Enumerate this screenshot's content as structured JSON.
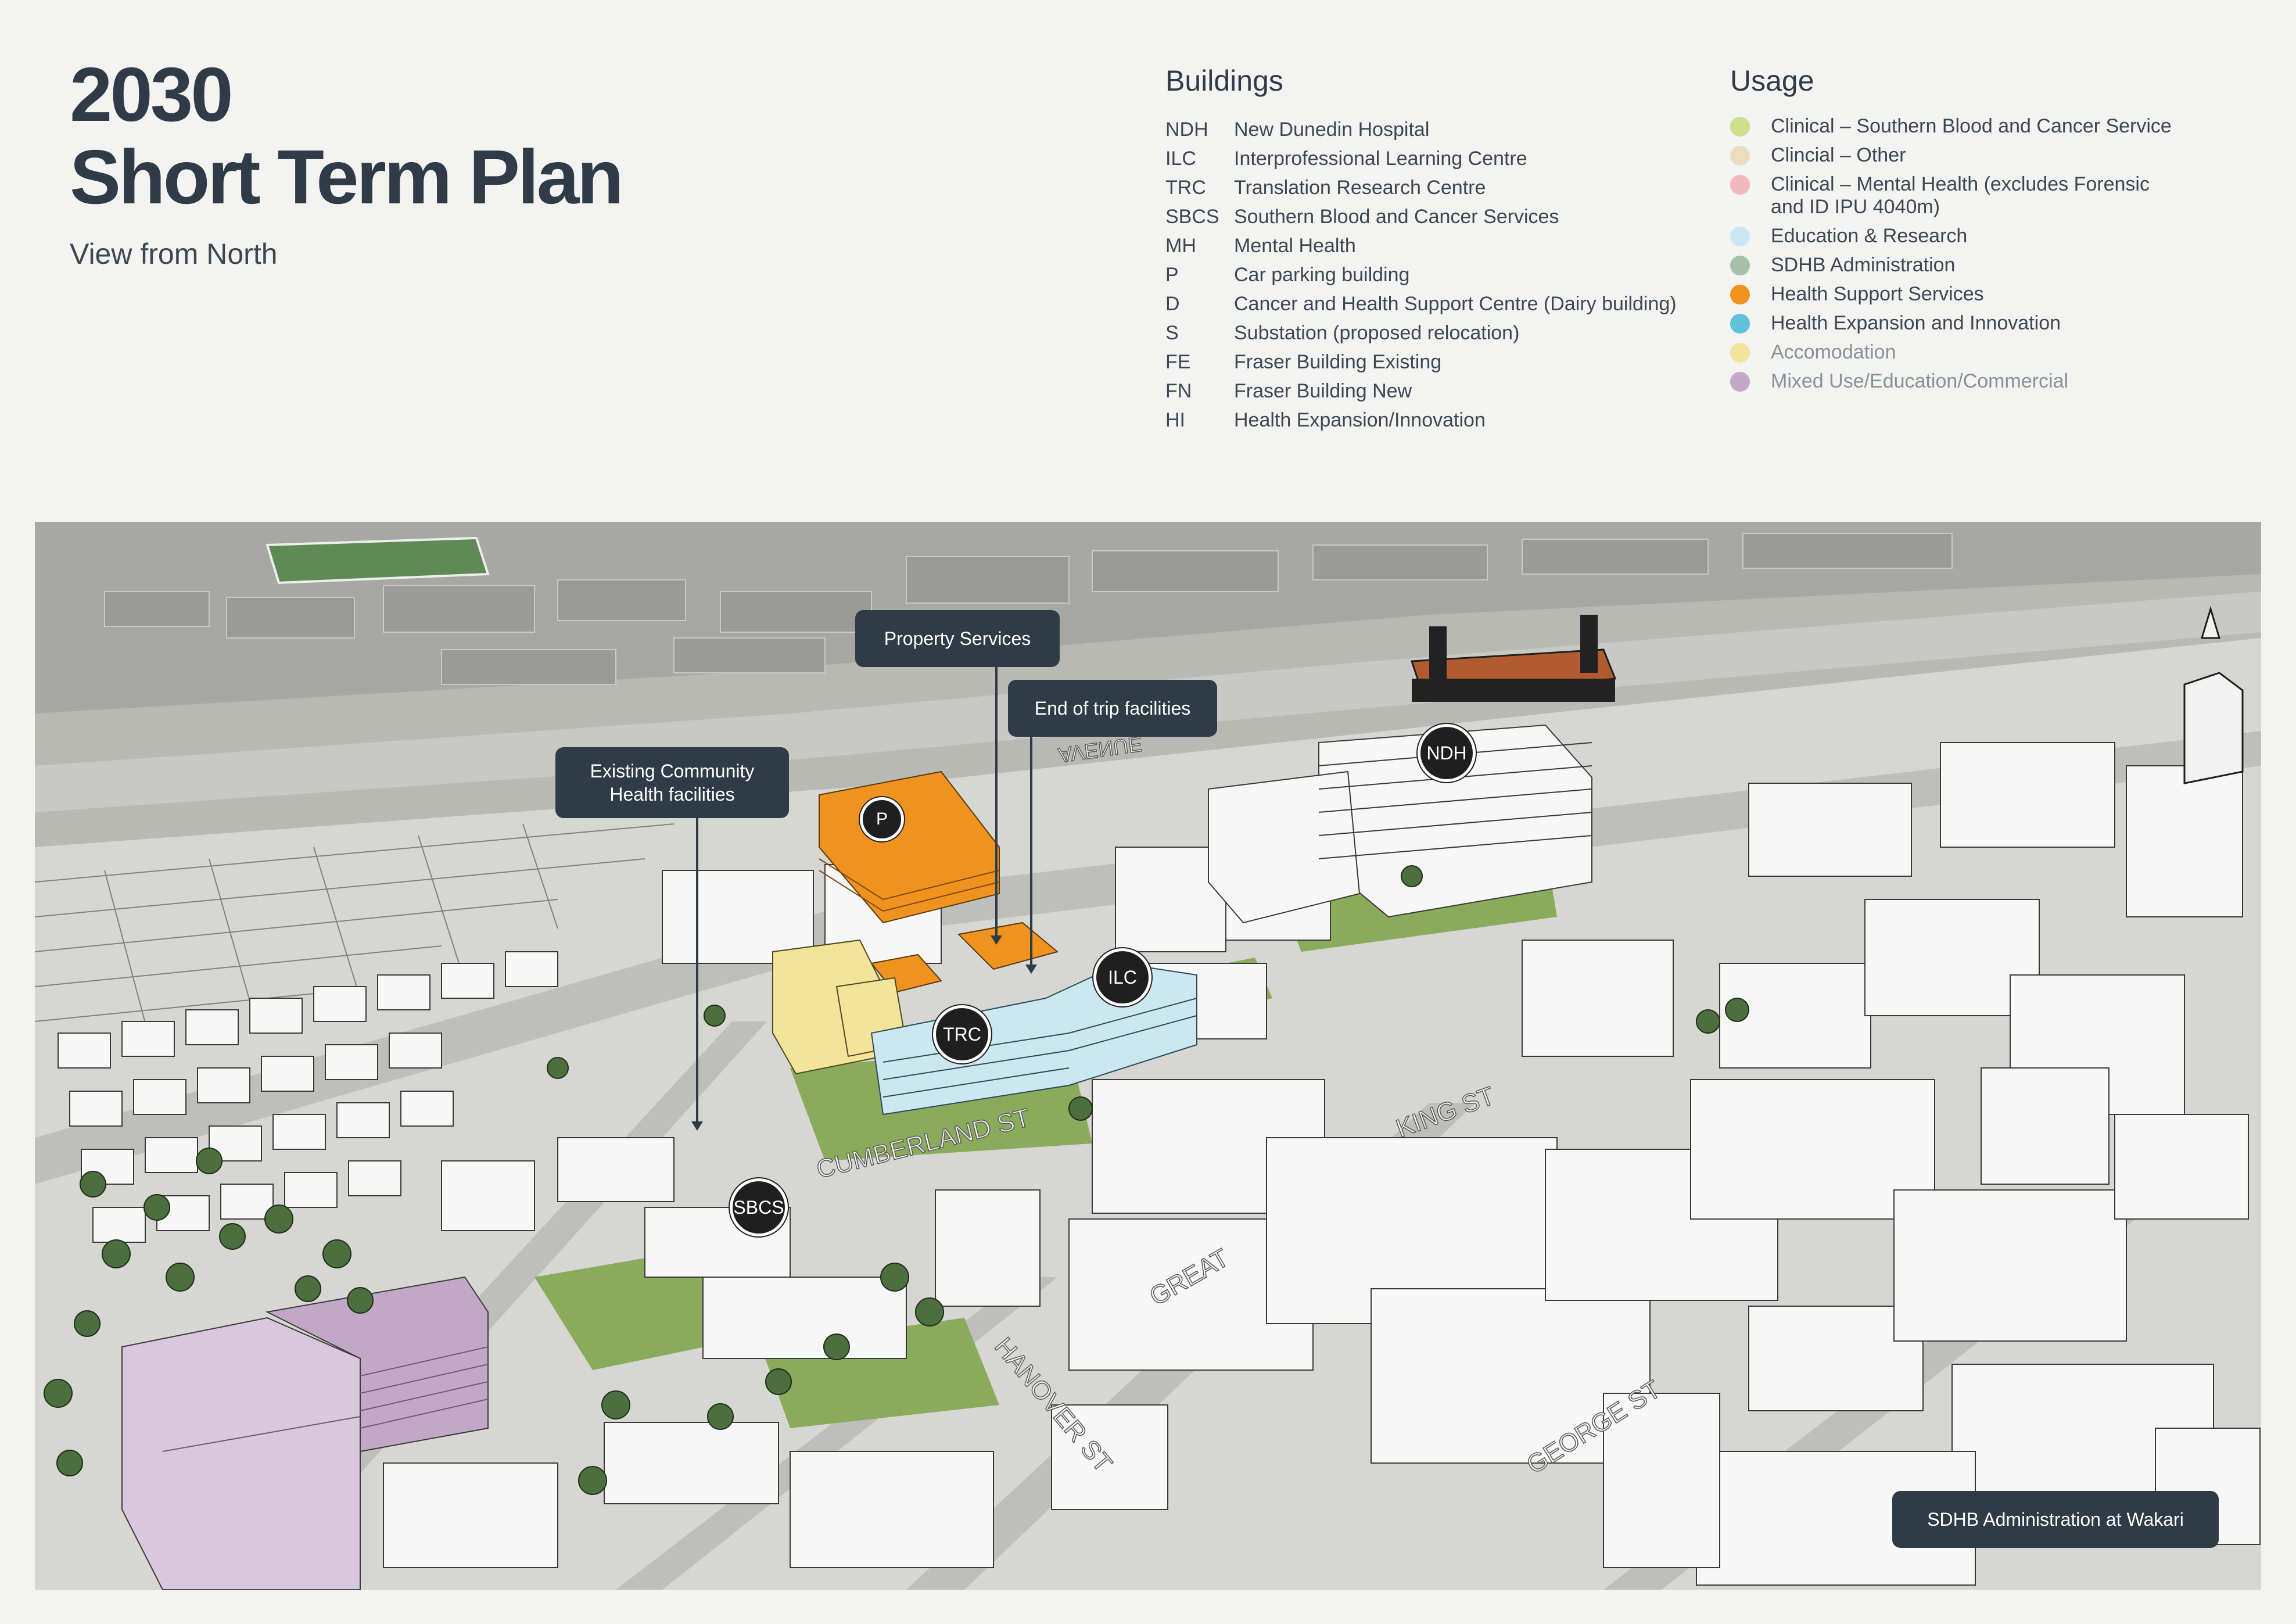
{
  "title": {
    "line1": "2030",
    "line2": "Short Term Plan",
    "subtitle": "View from North"
  },
  "buildings_legend": {
    "heading": "Buildings",
    "items": [
      {
        "code": "NDH",
        "name": "New Dunedin Hospital"
      },
      {
        "code": "ILC",
        "name": "Interprofessional Learning Centre"
      },
      {
        "code": "TRC",
        "name": "Translation Research Centre"
      },
      {
        "code": "SBCS",
        "name": "Southern Blood and Cancer Services"
      },
      {
        "code": "MH",
        "name": "Mental Health"
      },
      {
        "code": "P",
        "name": "Car parking building"
      },
      {
        "code": "D",
        "name": "Cancer and Health Support Centre (Dairy building)"
      },
      {
        "code": "S",
        "name": "Substation (proposed relocation)"
      },
      {
        "code": "FE",
        "name": "Fraser Building Existing"
      },
      {
        "code": "FN",
        "name": "Fraser Building New"
      },
      {
        "code": "HI",
        "name": "Health Expansion/Innovation"
      }
    ]
  },
  "usage_legend": {
    "heading": "Usage",
    "items": [
      {
        "label": "Clinical – Southern Blood and Cancer Service",
        "color": "#cfe08a",
        "muted": false
      },
      {
        "label": "Clincial – Other",
        "color": "#ecdcc2",
        "muted": false
      },
      {
        "label": "Clinical – Mental Health (excludes Forensic and ID IPU 4040m)",
        "color": "#f3b8bd",
        "muted": false
      },
      {
        "label": "Education & Research",
        "color": "#cbe7f2",
        "muted": false
      },
      {
        "label": "SDHB Administration",
        "color": "#a6bfa8",
        "muted": false
      },
      {
        "label": "Health Support Services",
        "color": "#f0931e",
        "muted": false
      },
      {
        "label": "Health Expansion and Innovation",
        "color": "#5ec3d8",
        "muted": false
      },
      {
        "label": "Accomodation",
        "color": "#f3e49a",
        "muted": true
      },
      {
        "label": "Mixed Use/Education/Commercial",
        "color": "#c2a8c6",
        "muted": true
      }
    ]
  },
  "map": {
    "callouts": {
      "property_services": "Property Services",
      "end_of_trip": "End of trip facilities",
      "community_health_line1": "Existing Community",
      "community_health_line2": "Health facilities",
      "sdhb_admin": "SDHB Administration at Wakari"
    },
    "badges": {
      "ndh": "NDH",
      "p": "P",
      "ilc": "ILC",
      "trc": "TRC",
      "sbcs": "SBCS"
    },
    "streets": {
      "cumberland": "CUMBERLAND ST",
      "great": "GREAT",
      "king": "KING ST",
      "hanover": "HANOVER ST",
      "george": "GEORGE ST",
      "avenue": "AVENUE"
    }
  }
}
